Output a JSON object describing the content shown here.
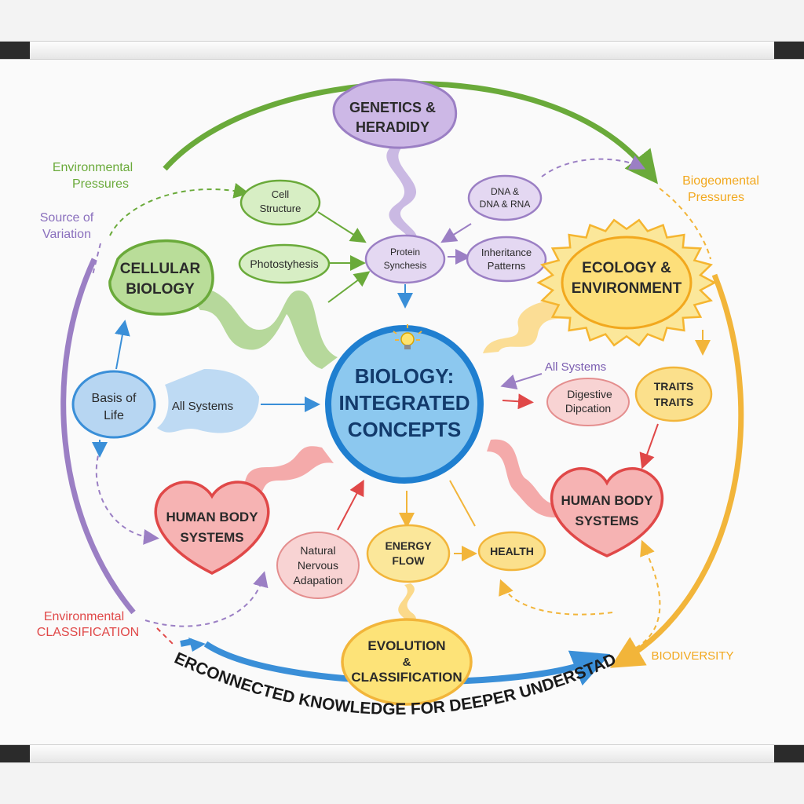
{
  "center": {
    "line1": "BIOLOGY:",
    "line2": "INTEGRATED",
    "line3": "CONCEPTS",
    "icon": "lightbulb-icon"
  },
  "nodes": {
    "genetics": [
      "GENETICS &",
      "HERADIDY"
    ],
    "cell_structure": [
      "Cell",
      "Structure"
    ],
    "photosynthesis": "Photostyhesis",
    "protein_synthesis": [
      "Protein",
      "Synchesis"
    ],
    "dna_rna": [
      "DNA &",
      "DNA & RNA"
    ],
    "inheritance": [
      "Inheritance",
      "Patterns"
    ],
    "cellular_biology": [
      "CELLULAR",
      "BIOLOGY"
    ],
    "ecology": [
      "ECOLOGY &",
      "ENVIRONMENT"
    ],
    "basis_of_life": [
      "Basis of",
      "Life"
    ],
    "all_systems_left": "All Systems",
    "all_systems_right": "All Systems",
    "digestive": [
      "Digestive",
      "Dipcation"
    ],
    "traits": [
      "TRAITS",
      "TRAITS"
    ],
    "human_body_left": [
      "HUMAN BODY",
      "SYSTEMS"
    ],
    "human_body_right": [
      "HUMAN BODY",
      "SYSTEMS"
    ],
    "natural_nervous": [
      "Natural",
      "Nervous",
      "Adapation"
    ],
    "energy_flow": [
      "ENERGY",
      "FLOW"
    ],
    "health": "HEALTH",
    "evolution": [
      "EVOLUTION",
      "&",
      "CLASSIFICATION"
    ]
  },
  "outer_labels": {
    "environmental_pressures": [
      "Environmental",
      "Pressures"
    ],
    "source_of_variation": [
      "Source of",
      "Variation"
    ],
    "biogeomental_pressures": [
      "Biogeomental",
      "Pressures"
    ],
    "environmental_classification": [
      "Environmental",
      "CLASSIFICATION"
    ],
    "biodiversity": "BIODIVERSITY"
  },
  "banner": "INTERCONNECTED KNOWLEDGE FOR DEEPER UNDERSTADING",
  "colors": {
    "green": "#6aaa3a",
    "purple": "#9b7fc4",
    "blue": "#3a8fd8",
    "yellow": "#f2b53a",
    "red": "#e04848",
    "center_fill": "#8cc8ef",
    "sun": "#f5c23a"
  }
}
